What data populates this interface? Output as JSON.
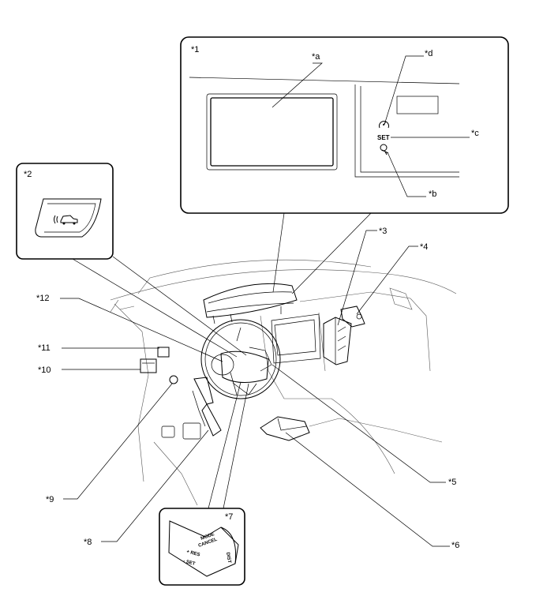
{
  "labels": {
    "l1": "*1",
    "l2": "*2",
    "l3": "*3",
    "l4": "*4",
    "l5": "*5",
    "l6": "*6",
    "l7": "*7",
    "l8": "*8",
    "l9": "*9",
    "l10": "*10",
    "l11": "*11",
    "l12": "*12",
    "la": "*a",
    "lb": "*b",
    "lc": "*c",
    "ld": "*d"
  },
  "meter_indicator": "SET",
  "switch_text": {
    "mode": "MODE",
    "cancel": "CANCEL",
    "res": "+ RES",
    "set": "- SET",
    "dist": "DIST"
  }
}
